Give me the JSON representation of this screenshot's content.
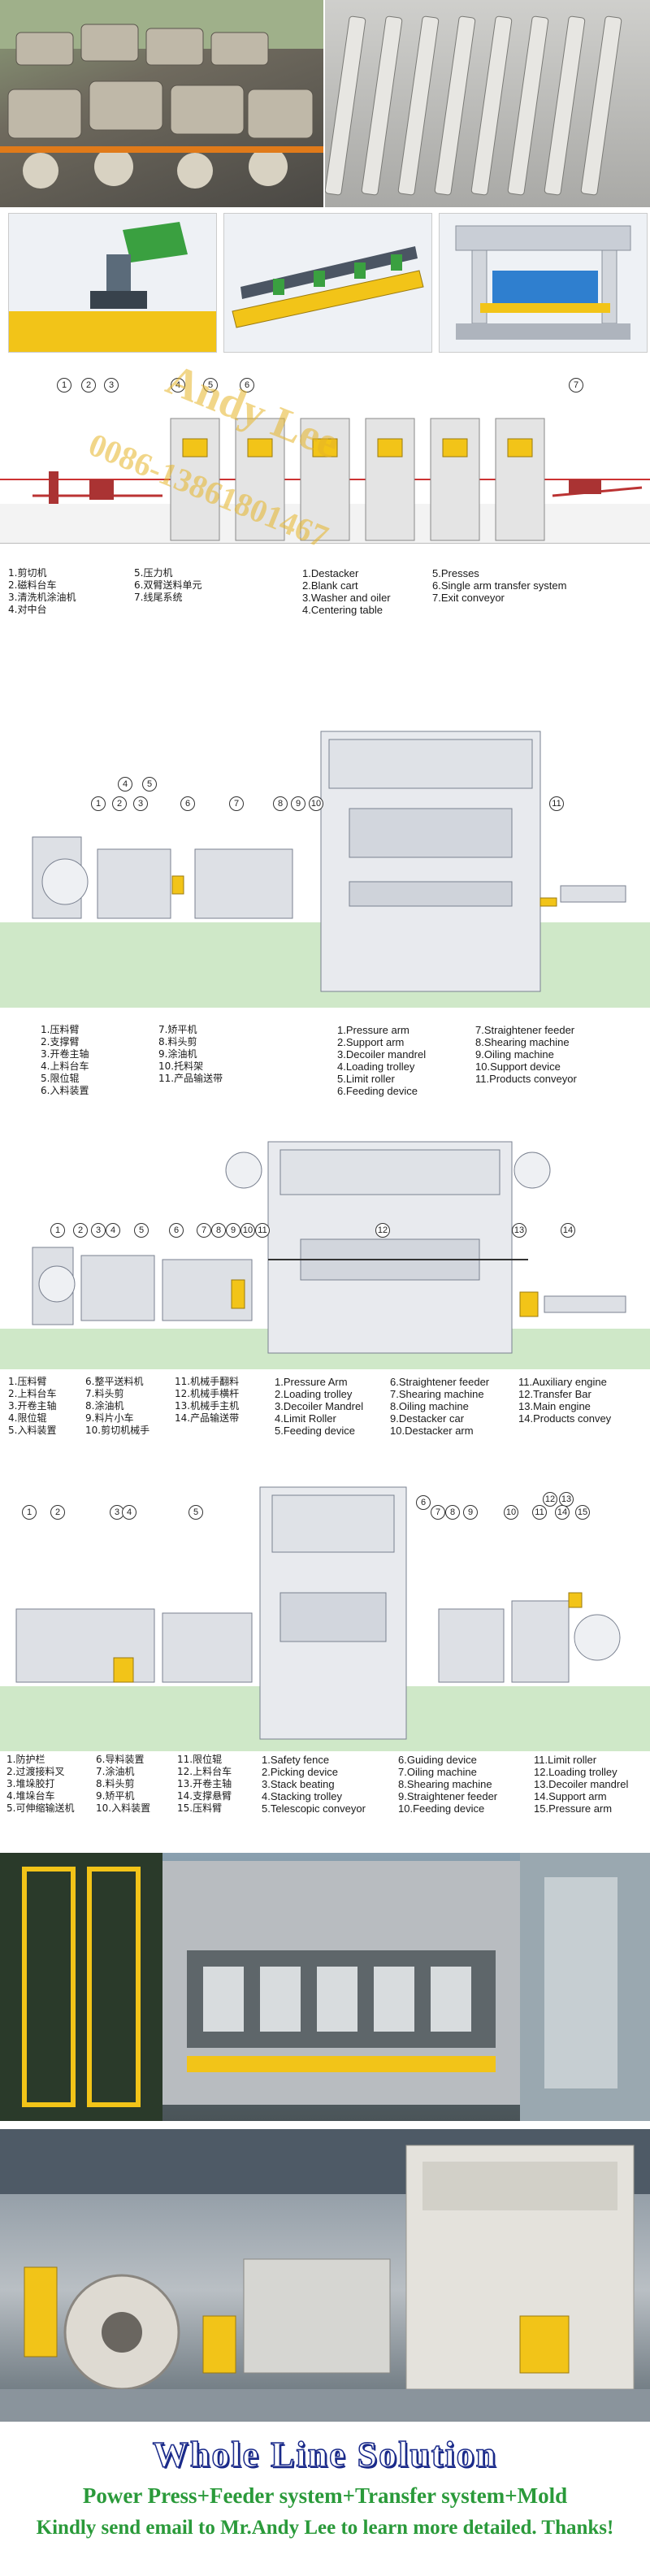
{
  "watermark": {
    "name": "Andy Lee",
    "phone": "0086-13861801467"
  },
  "section1": {
    "callouts": [
      "1",
      "2",
      "3",
      "4",
      "5",
      "6",
      "7"
    ],
    "legend_zh": [
      [
        "1.剪切机",
        "2.磁料台车",
        "3.清洗机涂油机",
        "4.对中台"
      ],
      [
        "5.压力机",
        "6.双臂送料单元",
        "7.线尾系统"
      ]
    ],
    "legend_en": [
      [
        "1.Destacker",
        "2.Blank cart",
        "3.Washer and oiler",
        "4.Centering table"
      ],
      [
        "5.Presses",
        "6.Single arm transfer system",
        "7.Exit conveyor"
      ]
    ]
  },
  "section2": {
    "callouts": [
      "1",
      "2",
      "3",
      "4",
      "5",
      "6",
      "7",
      "8",
      "9",
      "10",
      "11"
    ],
    "legend_zh": [
      [
        "1.压料臂",
        "2.支撑臂",
        "3.开卷主轴",
        "4.上料台车",
        "5.限位辊",
        "6.入料装置"
      ],
      [
        "7.矫平机",
        "8.料头剪",
        "9.涂油机",
        "10.托料架",
        "11.产品输送带"
      ]
    ],
    "legend_en": [
      [
        "1.Pressure arm",
        "2.Support arm",
        "3.Decoiler mandrel",
        "4.Loading trolley",
        "5.Limit roller",
        "6.Feeding device"
      ],
      [
        "7.Straightener feeder",
        "8.Shearing machine",
        "9.Oiling machine",
        "10.Support device",
        "11.Products conveyor"
      ]
    ]
  },
  "section3": {
    "callouts": [
      "1",
      "2",
      "3",
      "4",
      "5",
      "6",
      "7",
      "8",
      "9",
      "10",
      "11",
      "12",
      "13",
      "14"
    ],
    "legend_zh": [
      [
        "1.压料臂",
        "2.上料台车",
        "3.开卷主轴",
        "4.限位辊",
        "5.入料装置"
      ],
      [
        "6.整平送料机",
        "7.料头剪",
        "8.涂油机",
        "9.料片小车",
        "10.剪切机械手"
      ],
      [
        "11.机械手翻料",
        "12.机械手横杆",
        "13.机械手主机",
        "14.产品输送带"
      ]
    ],
    "legend_en": [
      [
        "1.Pressure Arm",
        "2.Loading trolley",
        "3.Decoiler Mandrel",
        "4.Limit Roller",
        "5.Feeding device"
      ],
      [
        "6.Straightener feeder",
        "7.Shearing machine",
        "8.Oiling machine",
        "9.Destacker car",
        "10.Destacker arm"
      ],
      [
        "11.Auxiliary engine",
        "12.Transfer Bar",
        "13.Main engine",
        "14.Products convey"
      ]
    ]
  },
  "section4": {
    "callouts": [
      "1",
      "2",
      "3",
      "4",
      "5",
      "6",
      "7",
      "8",
      "9",
      "10",
      "11",
      "12",
      "13",
      "14",
      "15"
    ],
    "legend_zh": [
      [
        "1.防护栏",
        "2.过渡接料叉",
        "3.堆垛胶打",
        "4.堆垛台车",
        "5.可伸缩输送机"
      ],
      [
        "6.导料装置",
        "7.涂油机",
        "8.料头剪",
        "9.矫平机",
        "10.入料装置"
      ],
      [
        "11.限位辊",
        "12.上料台车",
        "13.开卷主轴",
        "14.支撑悬臂",
        "15.压料臂"
      ]
    ],
    "legend_en": [
      [
        "1.Safety fence",
        "2.Picking device",
        "3.Stack beating",
        "4.Stacking trolley",
        "5.Telescopic conveyor"
      ],
      [
        "6.Guiding device",
        "7.Oiling machine",
        "8.Shearing machine",
        "9.Straightener feeder",
        "10.Feeding device"
      ],
      [
        "11.Limit roller",
        "12.Loading trolley",
        "13.Decoiler mandrel",
        "14.Support arm",
        "15.Pressure arm"
      ]
    ]
  },
  "footer": {
    "title": "Whole Line Solution",
    "subtitle": "Power Press+Feeder system+Transfer system+Mold",
    "contact": "Kindly send email to Mr.Andy Lee to learn more detailed. Thanks!"
  },
  "colors": {
    "accent_yellow": "#f2c418",
    "machine_grey": "#d9dce3",
    "floor_green": "#cfe8c8",
    "footer_blue": "#1a2a8a",
    "footer_green": "#2a9a3a"
  }
}
